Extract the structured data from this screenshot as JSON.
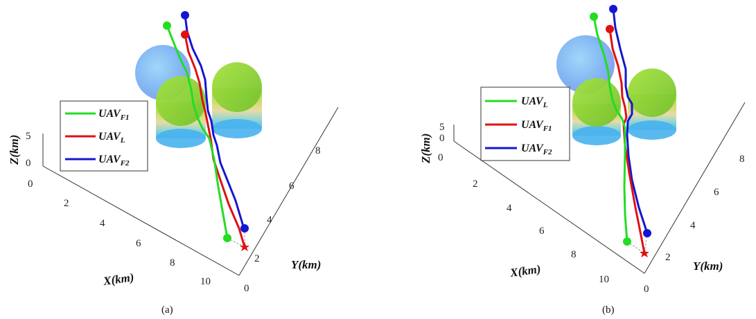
{
  "chart_data": [
    {
      "type": "3d-trajectory",
      "caption": "(a)",
      "xlabel": "X(km)",
      "ylabel": "Y(km)",
      "zlabel": "Z(km)",
      "x_ticks": [
        "0",
        "2",
        "4",
        "6",
        "8",
        "10"
      ],
      "y_ticks": [
        "0",
        "2",
        "4",
        "6",
        "8"
      ],
      "z_ticks": [
        "0",
        "5"
      ],
      "legend": [
        {
          "base": "UAV",
          "sub": "F1",
          "color": "#22dd22"
        },
        {
          "base": "UAV",
          "sub": "L",
          "color": "#e01010"
        },
        {
          "base": "UAV",
          "sub": "F2",
          "color": "#1515d0"
        }
      ]
    },
    {
      "type": "3d-trajectory",
      "caption": "(b)",
      "xlabel": "X(km)",
      "ylabel": "Y(km)",
      "zlabel": "Z(km)",
      "x_ticks": [
        "2",
        "4",
        "6",
        "8",
        "10"
      ],
      "y_ticks": [
        "0",
        "2",
        "4",
        "6",
        "8"
      ],
      "z_ticks": [
        "0",
        "5"
      ],
      "extra_tick": "0",
      "legend": [
        {
          "base": "UAV",
          "sub": "L",
          "color": "#22dd22"
        },
        {
          "base": "UAV",
          "sub": "F1",
          "color": "#e01010"
        },
        {
          "base": "UAV",
          "sub": "F2",
          "color": "#1515d0"
        }
      ]
    }
  ]
}
